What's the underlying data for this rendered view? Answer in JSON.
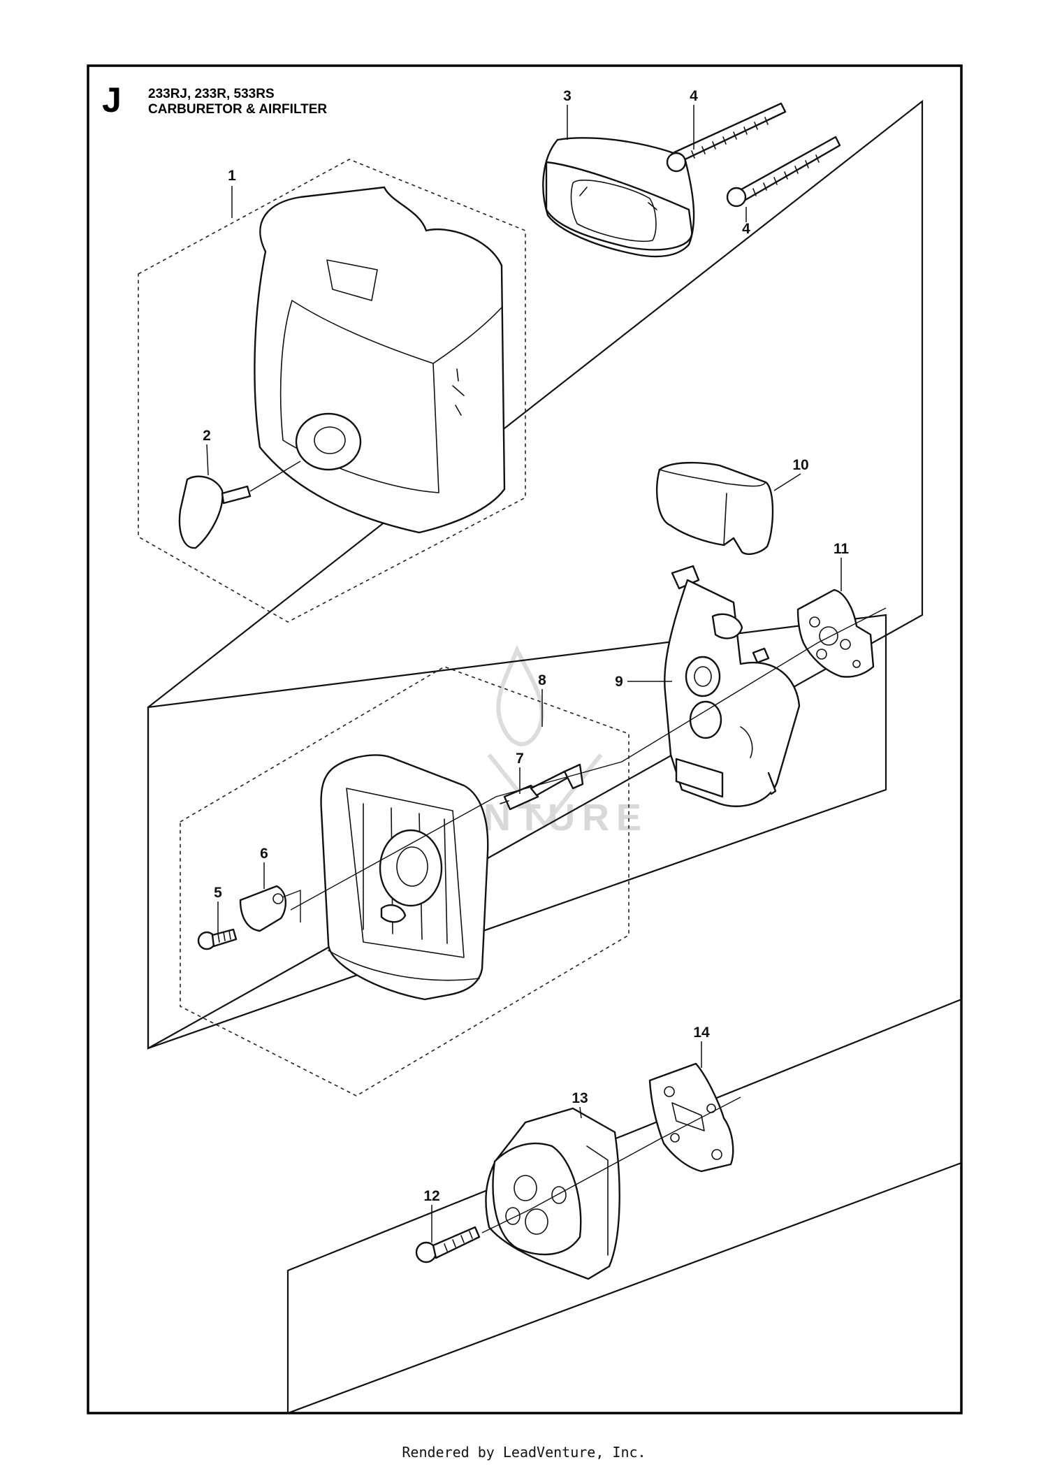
{
  "header": {
    "section_letter": "J",
    "models": "233RJ, 233R, 533RS",
    "title": "CARBURETOR & AIRFILTER"
  },
  "callouts": [
    {
      "id": "1"
    },
    {
      "id": "2"
    },
    {
      "id": "3"
    },
    {
      "id": "4"
    },
    {
      "id": "4"
    },
    {
      "id": "5"
    },
    {
      "id": "6"
    },
    {
      "id": "7"
    },
    {
      "id": "8"
    },
    {
      "id": "9"
    },
    {
      "id": "10"
    },
    {
      "id": "11"
    },
    {
      "id": "12"
    },
    {
      "id": "13"
    },
    {
      "id": "14"
    }
  ],
  "watermark": "VENTURE",
  "footer": "Rendered by LeadVenture, Inc."
}
